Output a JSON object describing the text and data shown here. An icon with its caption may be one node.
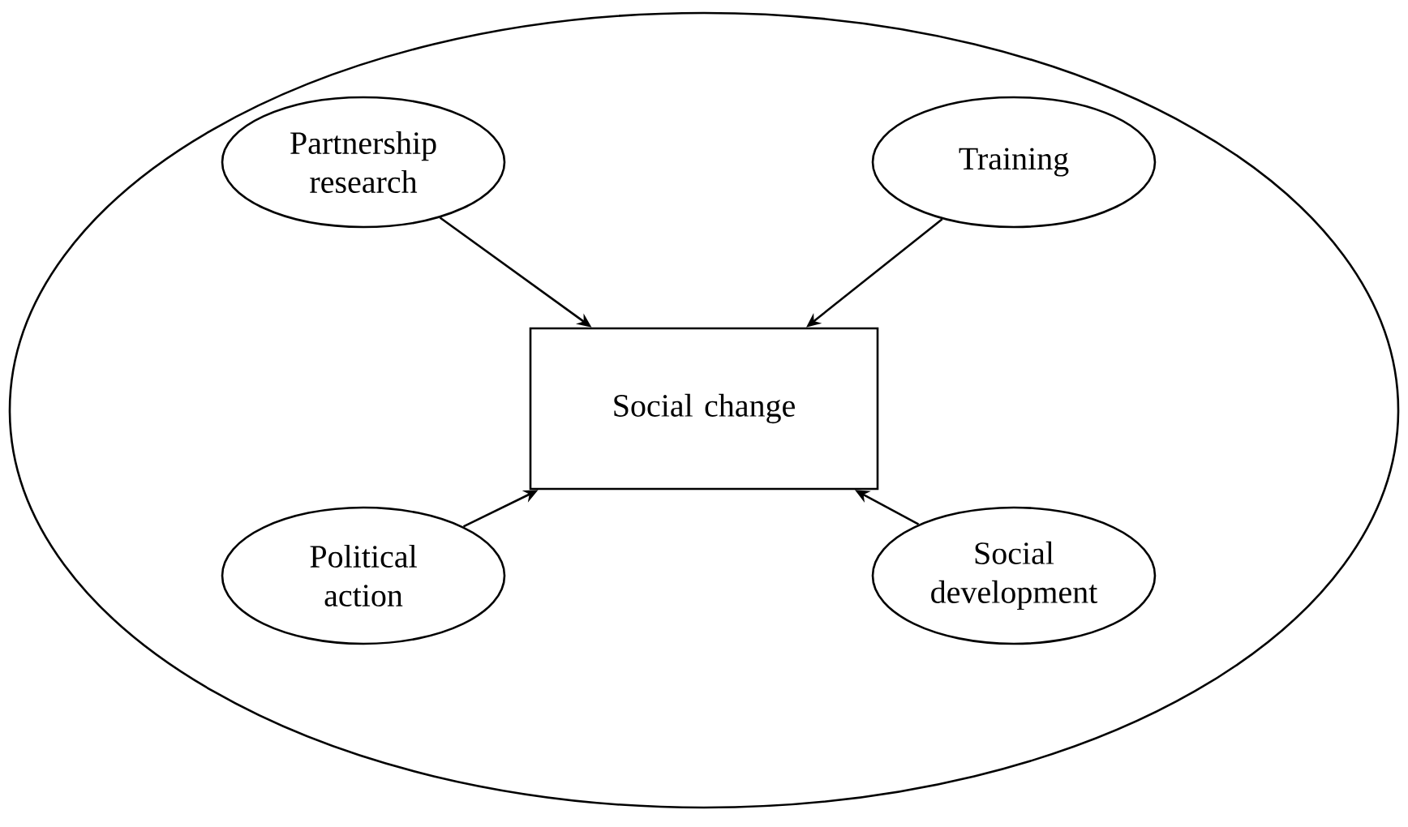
{
  "diagram": {
    "nodes": [
      {
        "text": [],
        "shape": "ellipse"
      },
      {
        "text": [
          "Partnership research"
        ],
        "in": 0
      },
      {
        "text": [
          "Training"
        ],
        "in": 0
      },
      {
        "text": [
          "Social change"
        ],
        "in": 0
      },
      {
        "text": [
          "Political action"
        ],
        "in": 0
      },
      {
        "text": [
          "Social development"
        ],
        "in": 0
      }
    ],
    "edges": [
      {
        "from": 1,
        "to": 3,
        "arrow": "to"
      },
      {
        "from": 2,
        "to": 3,
        "arrow": "to"
      },
      {
        "from": 4,
        "to": 3,
        "arrow": "to"
      },
      {
        "from": 5,
        "to": 3,
        "arrow": "to"
      }
    ]
  }
}
